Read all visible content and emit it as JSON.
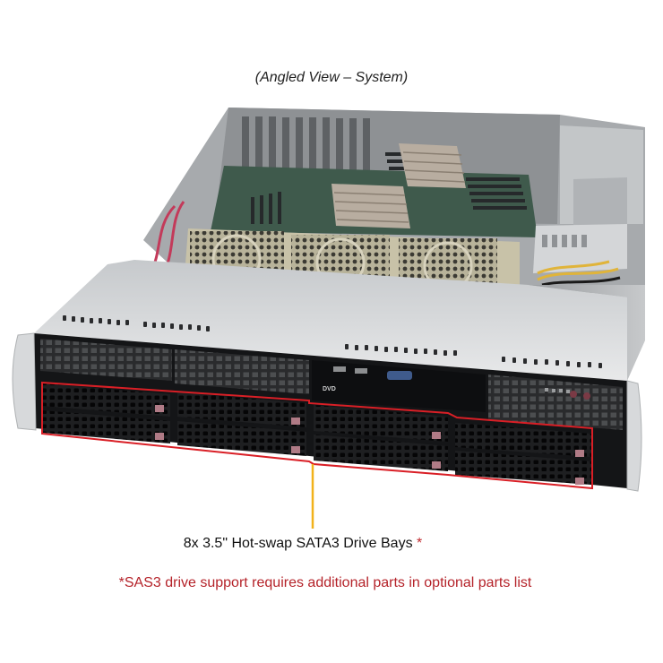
{
  "figure": {
    "view_caption": "(Angled View – System)",
    "subject": "2U rackmount server chassis, angled view with top cover removed",
    "callout": {
      "label": "8x 3.5\" Hot-swap SATA3 Drive Bays",
      "asterisk": "*",
      "leader_color": "#f2b21b",
      "highlight_color": "#d91f26"
    },
    "footnote": "*SAS3 drive support requires additional parts in optional parts list",
    "front_panel": {
      "optical_drive_label": "DVD",
      "drive_bay_count": 8,
      "fan_count": 3
    }
  },
  "colors": {
    "chassis_metal": "#c9ccce",
    "chassis_dark": "#1c1d1f",
    "bezel_black": "#111214",
    "text_dark": "#222222",
    "footnote_red": "#b5232a"
  }
}
